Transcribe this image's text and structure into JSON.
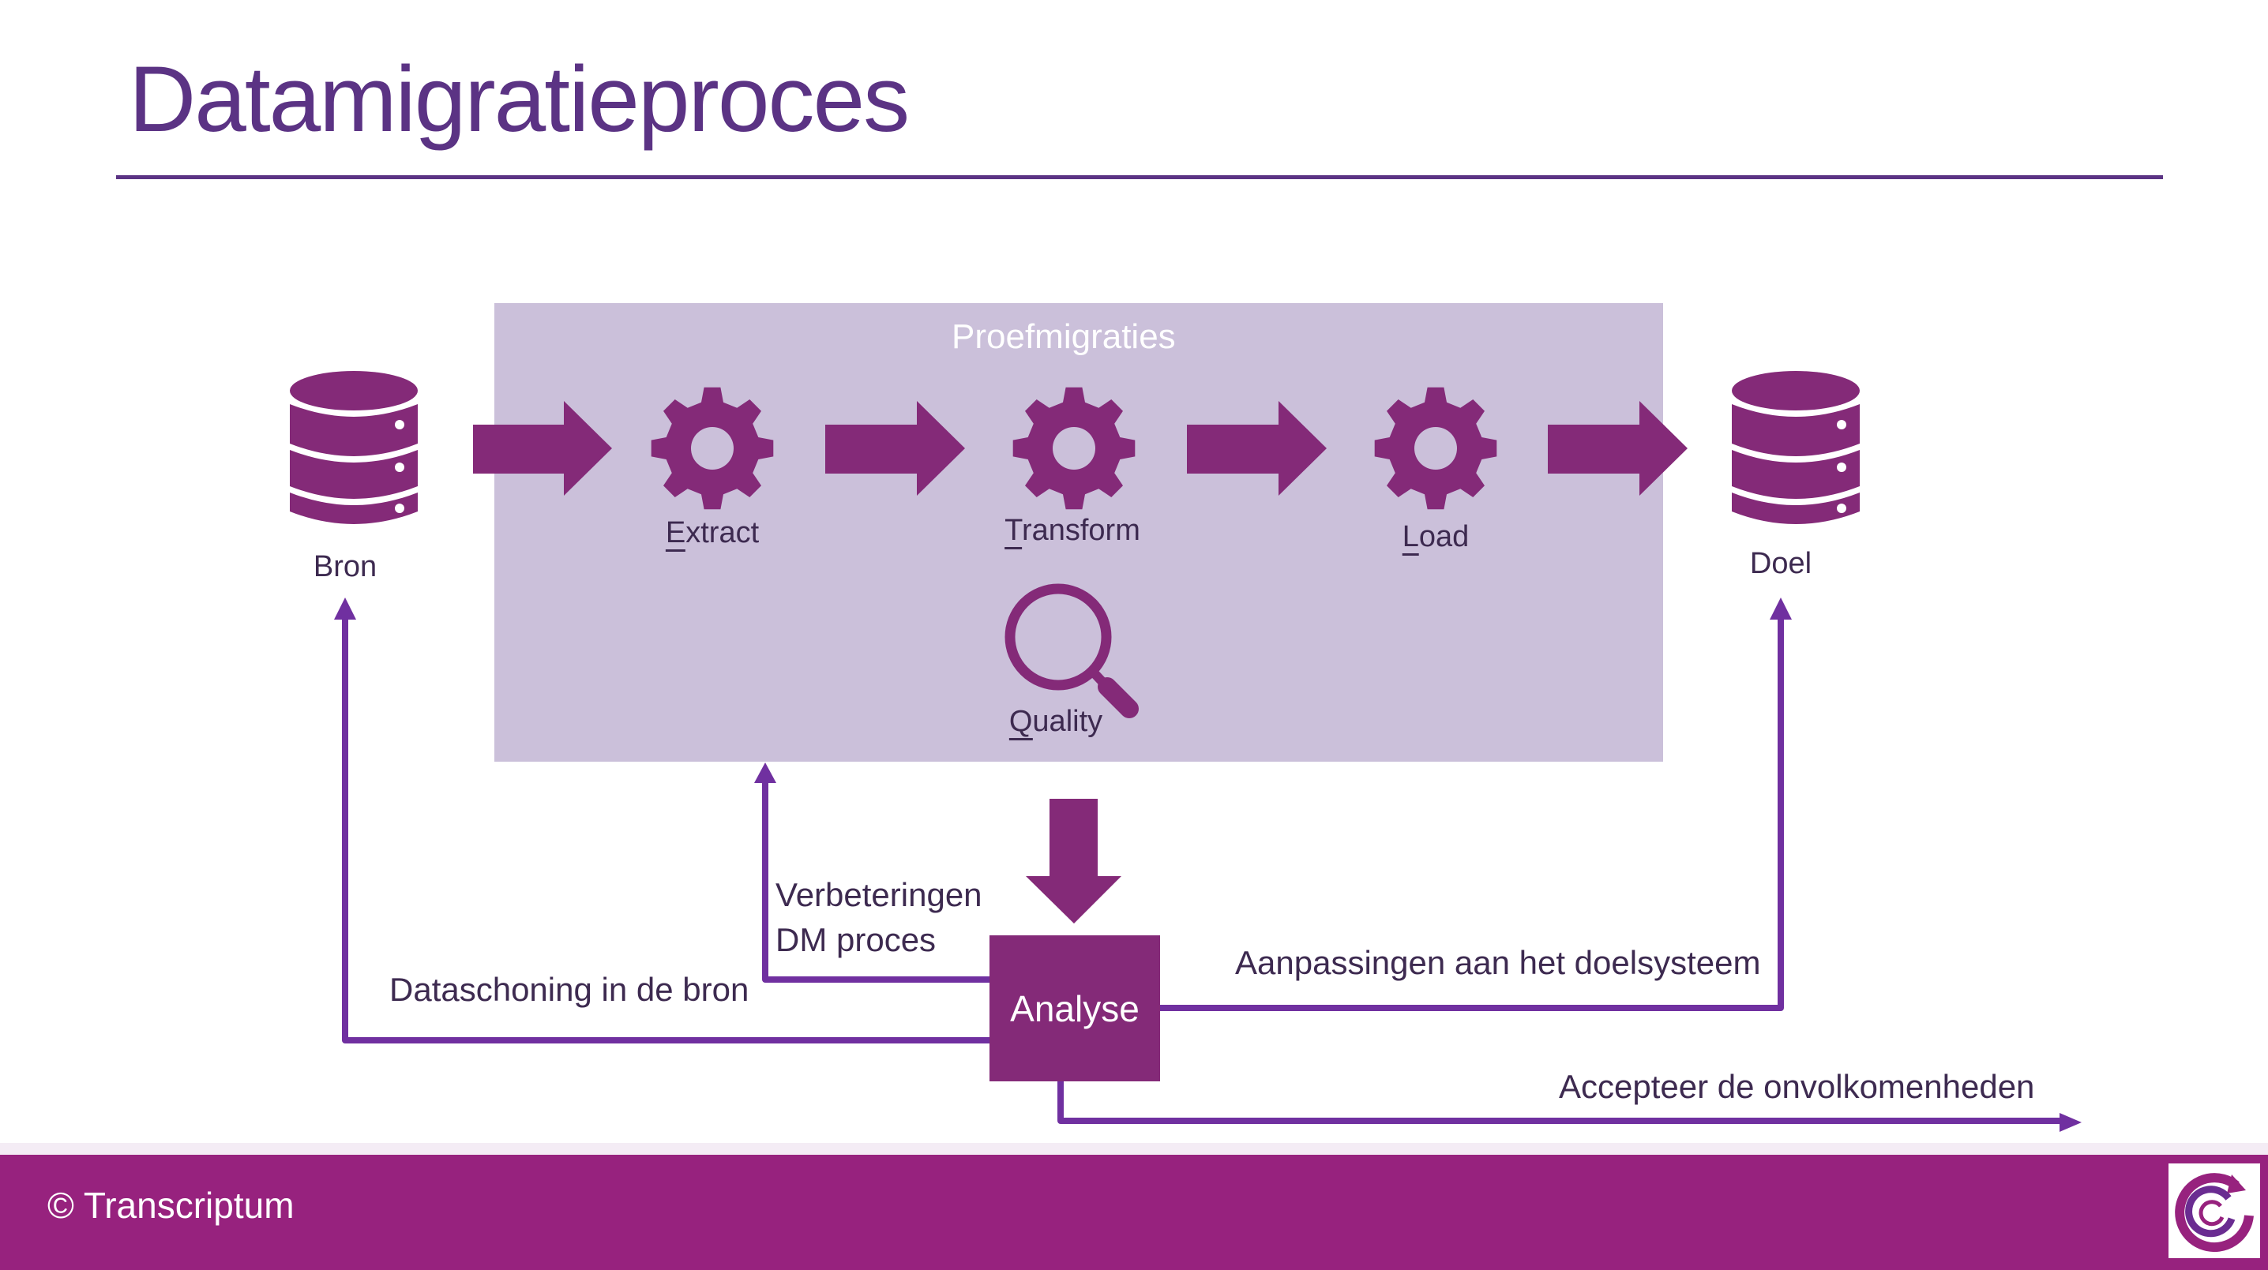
{
  "slide": {
    "title": "Datamigratieproces"
  },
  "diagram": {
    "group_label": "Proefmigraties",
    "source": {
      "label": "Bron",
      "icon": "database-icon"
    },
    "target": {
      "label": "Doel",
      "icon": "database-icon"
    },
    "steps": [
      {
        "accel": "E",
        "rest": "xtract",
        "label": "Extract",
        "icon": "gear-icon"
      },
      {
        "accel": "T",
        "rest": "ransform",
        "label": "Transform",
        "icon": "gear-icon"
      },
      {
        "accel": "L",
        "rest": "oad",
        "label": "Load",
        "icon": "gear-icon"
      }
    ],
    "quality": {
      "accel": "Q",
      "rest": "uality",
      "label": "Quality",
      "icon": "magnifier-icon"
    },
    "analysis": {
      "label": "Analyse"
    },
    "feedback": {
      "improve_line1": "Verbeteringen",
      "improve_line2": "DM proces",
      "cleanse_source": "Dataschoning in de bron",
      "adjust_target": "Aanpassingen aan het doelsysteem",
      "accept": "Accepteer de onvolkomenheden"
    },
    "colors": {
      "primary": "#842a78",
      "connector": "#7030a0",
      "group_bg": "#cbc0da",
      "title": "#5b3384",
      "footer": "#97227e"
    }
  },
  "footer": {
    "copyright": "© Transcriptum",
    "logo_icon": "transcriptum-logo-icon"
  }
}
